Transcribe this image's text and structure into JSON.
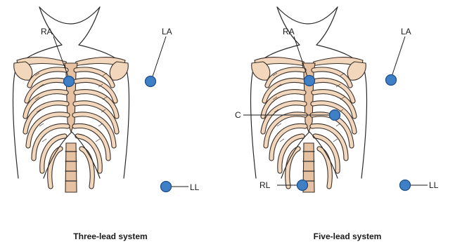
{
  "panels": [
    {
      "caption": "Three-lead system",
      "labels": {
        "ra": "RA",
        "la": "LA",
        "ll": "LL"
      }
    },
    {
      "caption": "Five-lead system",
      "labels": {
        "ra": "RA",
        "la": "LA",
        "c": "C",
        "rl": "RL",
        "ll": "LL"
      }
    }
  ],
  "colors": {
    "electrode": "#3f7fc6",
    "bone": "#f2d7bd",
    "outline": "#3a2e26"
  }
}
